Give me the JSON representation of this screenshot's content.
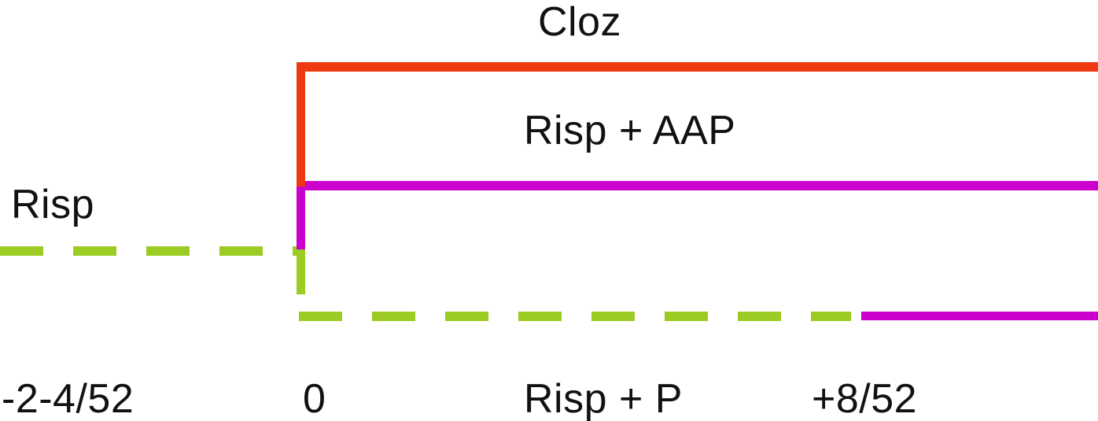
{
  "diagram": {
    "type": "treatment-timeline-schematic",
    "background": "#ffffff",
    "text_color": "#111111",
    "colors": {
      "cloz_red": "#ee3911",
      "aap_magenta": "#cc00cc",
      "risp_green": "#9ccb24"
    },
    "labels": {
      "cloz": "Cloz",
      "risp_aap": "Risp + AAP",
      "risp_baseline": "Risp",
      "risp_p": "Risp + P"
    },
    "axis_ticks": {
      "start": "-2-4/52",
      "switch": "0",
      "end": "+8/52"
    },
    "lines": [
      {
        "name": "risp-baseline",
        "label": "Risp",
        "style": "dashed",
        "color": "#9ccb24",
        "span": "from left edge (-2-4/52) to time 0"
      },
      {
        "name": "cloz",
        "label": "Cloz",
        "style": "solid",
        "color": "#ee3911",
        "span": "from time 0 to right edge (top arm)"
      },
      {
        "name": "risp-aap",
        "label": "Risp + AAP",
        "style": "solid",
        "color": "#cc00cc",
        "span": "from time 0 to right edge (middle arm)"
      },
      {
        "name": "risp-p",
        "label": "Risp + P",
        "style": "dashed",
        "color": "#9ccb24",
        "span": "from time 0 to +8/52 (bottom arm)",
        "continues_as": {
          "style": "solid",
          "color": "#cc00cc",
          "span": "from +8/52 to right edge"
        }
      },
      {
        "name": "switch-vertical",
        "label": "",
        "style": "solid",
        "color": "red/magenta/green stacked",
        "span": "vertical connector at time 0"
      }
    ]
  }
}
